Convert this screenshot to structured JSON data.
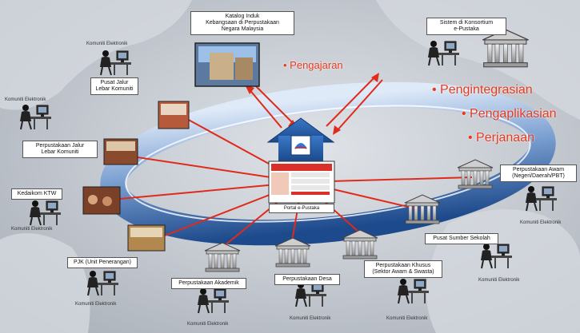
{
  "labels": {
    "national_catalog": "Katalog Induk\nKebangsaan di Perpustakaan\nNegara Malaysia",
    "consortium_system": "Sistem di Konsortium\ne-Pustaka",
    "community_broadband": "Pusat Jalur\nLebar Komuniti",
    "broadband_library": "Perpustakaan Jalur\nLebar Komuniti",
    "ktw_village": "Kedaikom KTW",
    "information_unit": "PJK (Unit Penerangan)",
    "academic_library": "Perpustakaan Akademik",
    "village_library": "Perpustakaan Desa",
    "special_library": "Perpustakaan Khusus\n(Sektor Awam & Swasta)",
    "school_resource_center": "Pusat Sumber Sekolah",
    "public_library": "Perpustakaan Awam\n(Negeri/Daerah/PBT)",
    "portal": "Portal e-Pustaka"
  },
  "captions": [
    "Komuniti Elektronik",
    "Komuniti Elektronik",
    "Komuniti Elektronik",
    "Komuniti Elektronik",
    "Komuniti Elektronik",
    "Komuniti Elektronik",
    "Komuniti Elektronik",
    "Komuniti Elektronik",
    "Komuniti Elektronik"
  ],
  "processes": [
    "• Pengajaran",
    "• Pengintegrasian",
    "• Pengaplikasian",
    "• Perjanaan"
  ],
  "colors": {
    "accent_red": "#e8391c",
    "ring_blue": "#1d4a8c"
  }
}
